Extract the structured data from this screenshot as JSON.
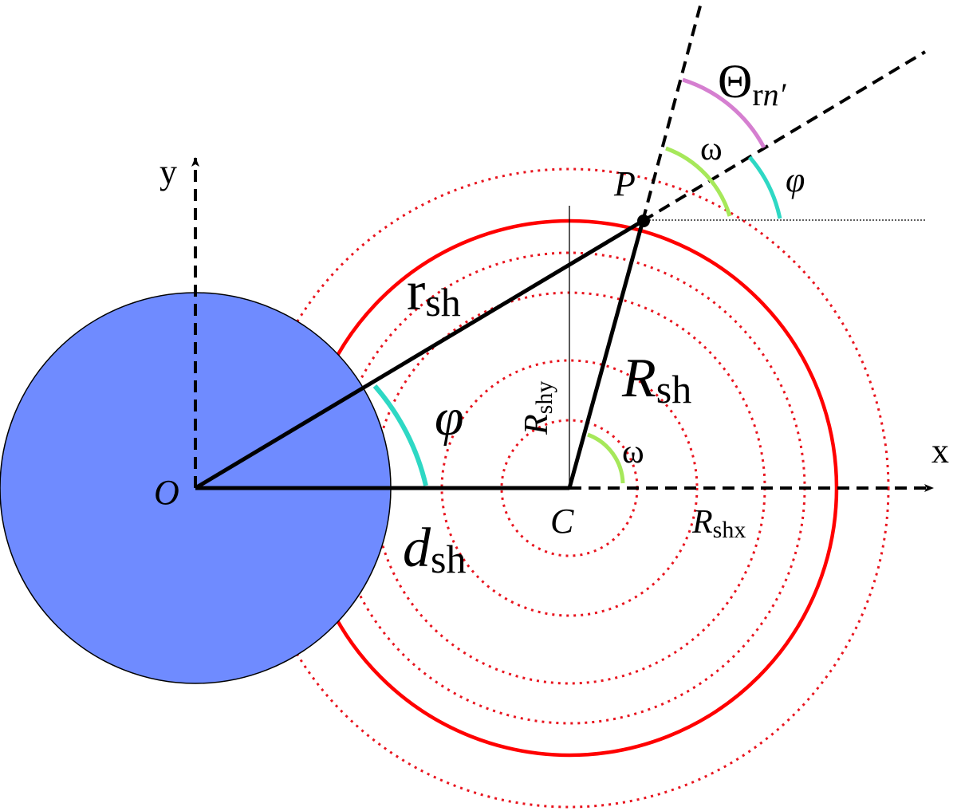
{
  "labels": {
    "origin": "O",
    "center": "C",
    "point": "P",
    "x_axis": "x",
    "y_axis": "y",
    "r_main": "r",
    "r_sub": "sh",
    "R_main": "R",
    "R_sub": "sh",
    "d_main": "d",
    "d_sub": "sh",
    "Rshy_main": "R",
    "Rshy_sub": "shy",
    "Rshx_main": "R",
    "Rshx_sub": "shx",
    "phi": "φ",
    "omega": "ω",
    "theta_main": "Θ",
    "theta_sub_r": "r",
    "theta_sub_n": "n′"
  },
  "colors": {
    "planet_fill": "#6f8bff",
    "shock_solid": "#ff0000",
    "shock_dotted": "#e8141e",
    "phi_arc": "#2ed8c4",
    "omega_arc": "#a6e85a",
    "theta_arc": "#d57fd0",
    "line": "#000000"
  }
}
